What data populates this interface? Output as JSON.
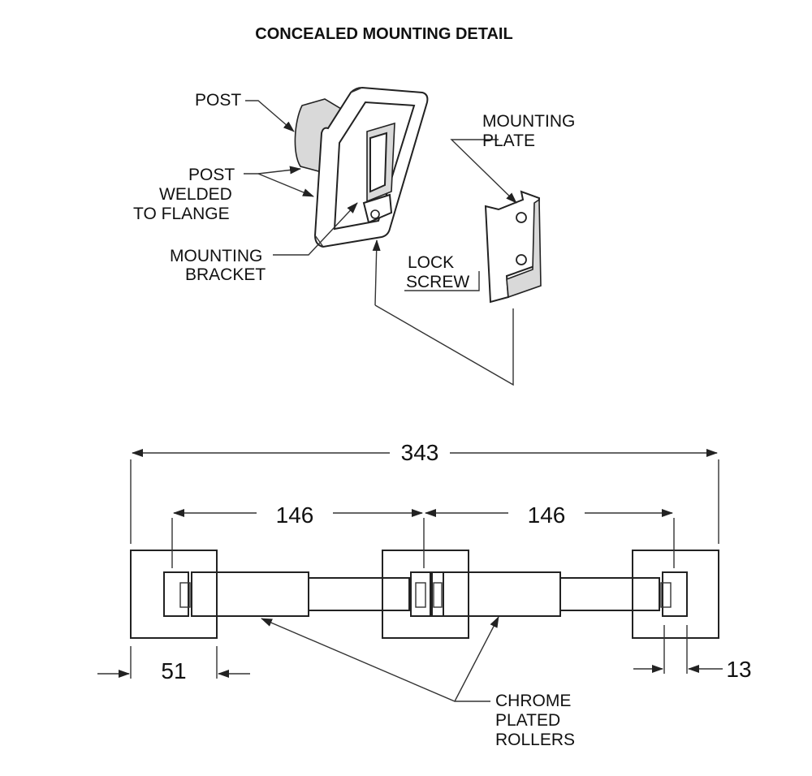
{
  "title": "CONCEALED MOUNTING DETAIL",
  "labels": {
    "post": "POST",
    "post_welded_1": "POST",
    "post_welded_2": "WELDED",
    "post_welded_3": "TO FLANGE",
    "mounting_bracket_1": "MOUNTING",
    "mounting_bracket_2": "BRACKET",
    "mounting_plate_1": "MOUNTING",
    "mounting_plate_2": "PLATE",
    "lock_screw_1": "LOCK",
    "lock_screw_2": "SCREW",
    "rollers_1": "CHROME",
    "rollers_2": "PLATED",
    "rollers_3": "ROLLERS"
  },
  "dimensions": {
    "overall": "343",
    "span_left": "146",
    "span_right": "146",
    "flange": "51",
    "bracket": "13"
  }
}
